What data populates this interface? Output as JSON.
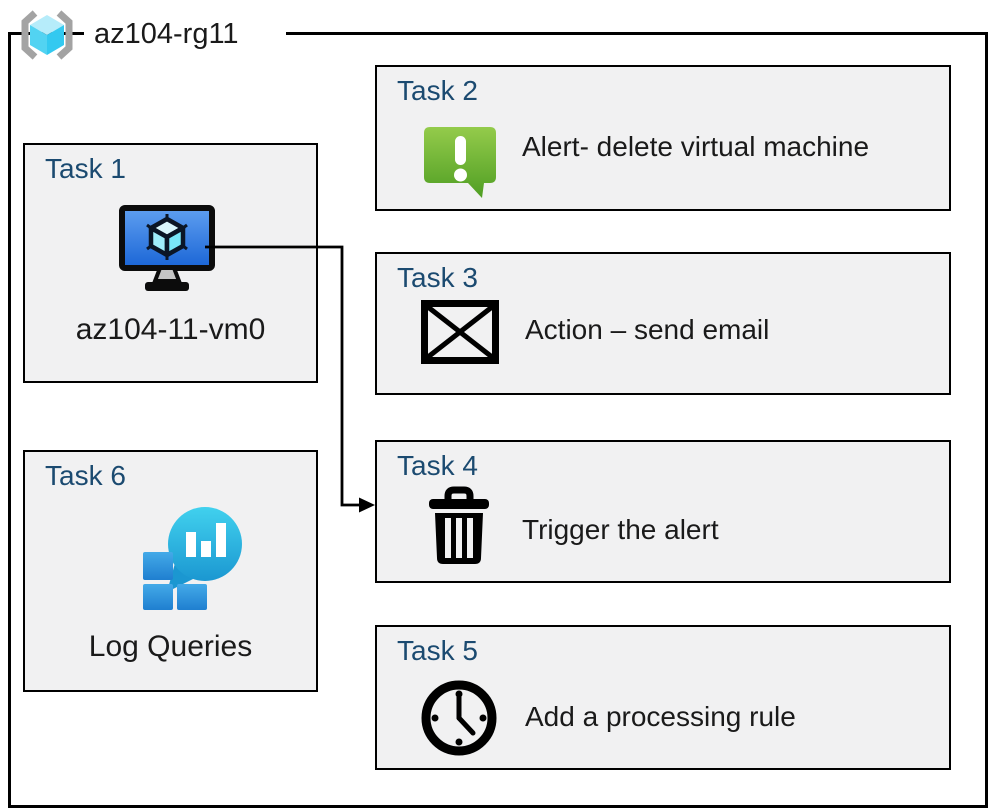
{
  "diagram": {
    "resource_group": {
      "name": "az104-rg11"
    },
    "tasks": [
      {
        "label": "Task 1",
        "caption": "az104-11-vm0",
        "icon": "virtual-machine-icon"
      },
      {
        "label": "Task 2",
        "caption": "Alert- delete virtual machine",
        "icon": "alert-icon"
      },
      {
        "label": "Task 3",
        "caption": "Action – send email",
        "icon": "email-icon"
      },
      {
        "label": "Task 4",
        "caption": "Trigger the alert",
        "icon": "trash-icon"
      },
      {
        "label": "Task 5",
        "caption": "Add a processing rule",
        "icon": "clock-icon"
      },
      {
        "label": "Task 6",
        "caption": "Log Queries",
        "icon": "log-queries-icon"
      }
    ],
    "connector": {
      "from": "Task 1",
      "to": "Task 4"
    },
    "colors": {
      "task_label": "#1b4a70",
      "caption_text": "#1a1a1a",
      "box_fill": "#f1f1f2",
      "border": "#000000",
      "bracket_gray": "#a3a3a3",
      "cube_cyan_top": "#b6ecfa",
      "cube_cyan_left": "#52d3f2",
      "cube_cyan_right": "#33c9f0",
      "vm_screen_blue_top": "#5f9ff0",
      "vm_screen_blue_bottom": "#1a65d6",
      "alert_green_top": "#94cb4b",
      "alert_green_bottom": "#4f9e23",
      "log_balloon_top": "#41d1ee",
      "log_balloon_bottom": "#1b97d1",
      "log_square_top": "#44aae8",
      "log_square_bottom": "#1f7fd0"
    }
  }
}
